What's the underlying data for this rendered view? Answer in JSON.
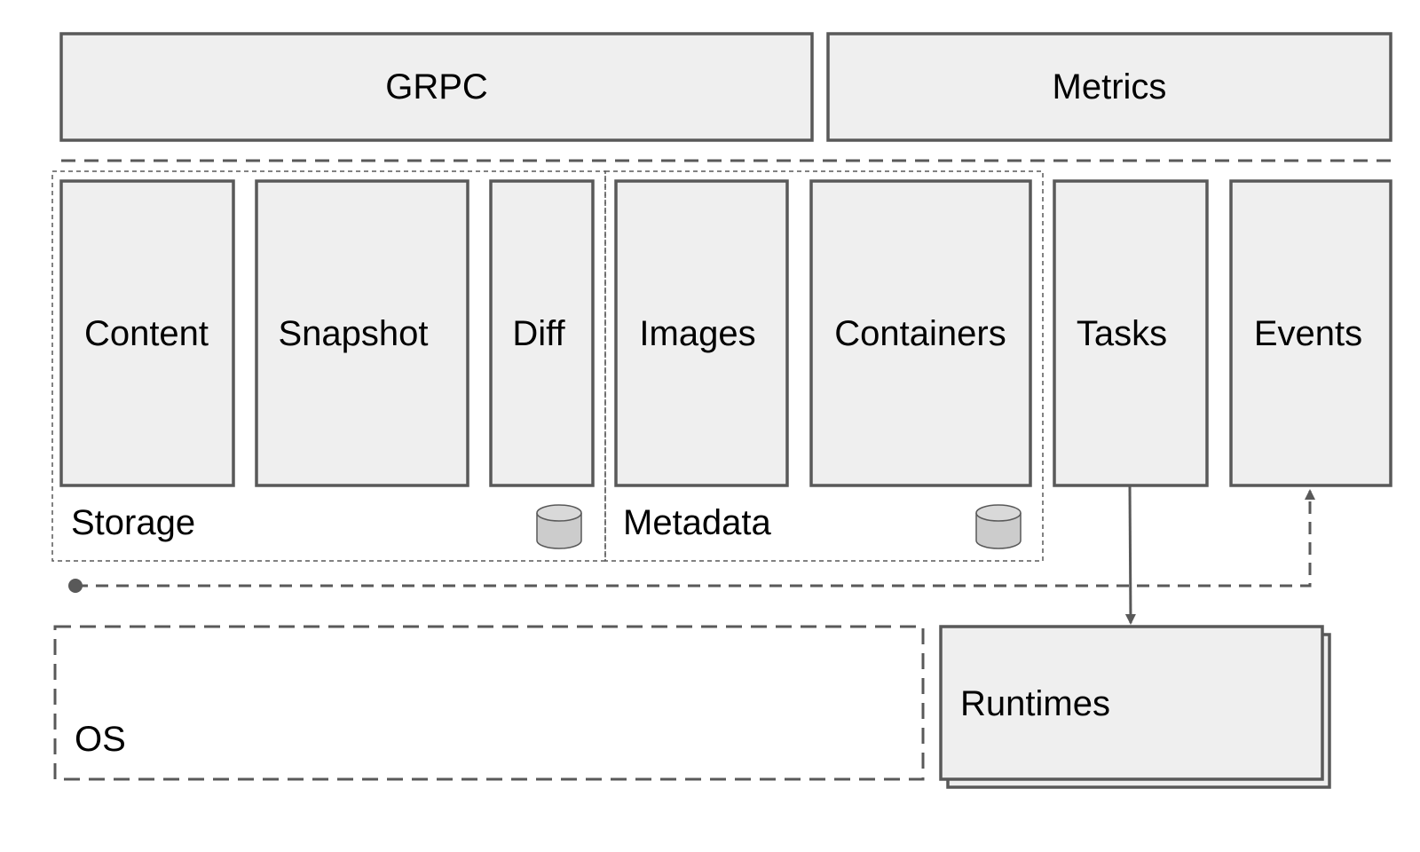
{
  "colors": {
    "box_fill": "#efefef",
    "box_stroke": "#595959",
    "text": "#000000",
    "db_fill": "#cccccc"
  },
  "top": {
    "grpc": "GRPC",
    "metrics": "Metrics"
  },
  "services": {
    "content": "Content",
    "snapshot": "Snapshot",
    "diff": "Diff",
    "images": "Images",
    "containers": "Containers",
    "tasks": "Tasks",
    "events": "Events"
  },
  "groups": {
    "storage": "Storage",
    "metadata": "Metadata"
  },
  "bottom": {
    "os": "OS",
    "runtimes": "Runtimes"
  },
  "icons": [
    "database-icon",
    "database-icon"
  ]
}
